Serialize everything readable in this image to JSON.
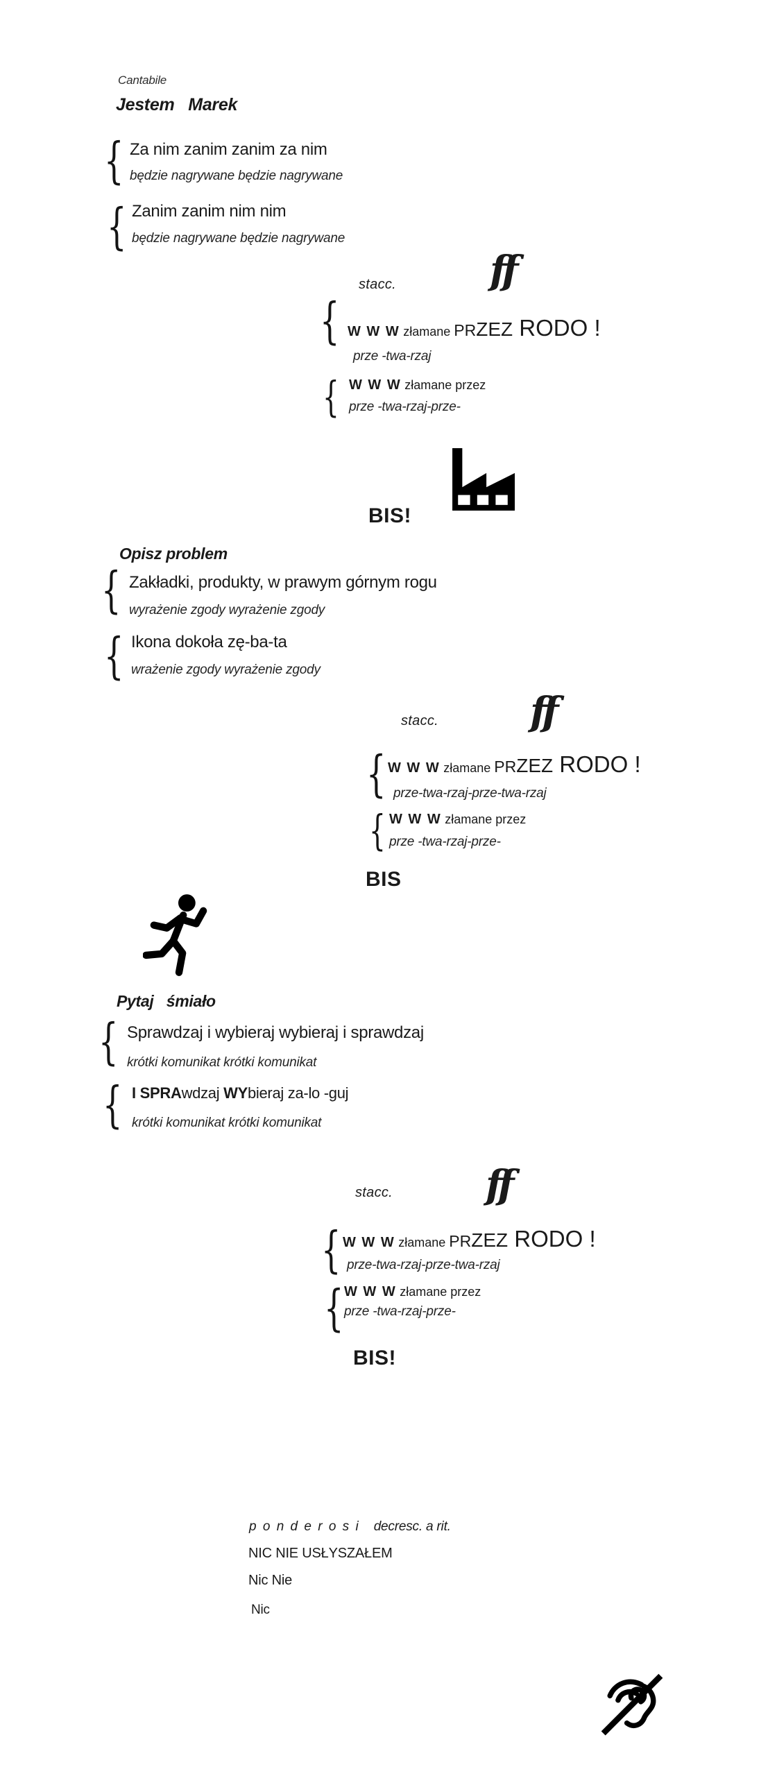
{
  "header": {
    "tempo_marking": "Cantabile",
    "title": "Jestem   Marek"
  },
  "verse1": {
    "systems": [
      {
        "line": "Za nim zanim zanim za nim",
        "subline": "będzie nagrywane będzie nagrywane"
      },
      {
        "line": "Zanim zanim nim nim",
        "subline": "będzie nagrywane będzie nagrywane"
      }
    ]
  },
  "verse2": {
    "heading": "Opisz problem",
    "systems": [
      {
        "line": "Zakładki, produkty, w prawym górnym rogu",
        "subline": "wyrażenie zgody wyrażenie zgody"
      },
      {
        "line": "Ikona dokoła zę-ba-ta",
        "subline": "wrażenie zgody wyrażenie zgody"
      }
    ]
  },
  "verse3": {
    "heading": "Pytaj   śmiało",
    "systems": [
      {
        "line": "Sprawdzaj i wybieraj wybieraj i sprawdzaj",
        "subline": "krótki komunikat krótki komunikat"
      },
      {
        "line_bold1": "I SPRA",
        "line_reg1": "wdzaj ",
        "line_bold2": "WY",
        "line_reg2": "bieraj za-lo -guj",
        "subline": "krótki komunikat krótki komunikat"
      }
    ]
  },
  "refrains": [
    {
      "stacc": "stacc.",
      "dynamic": "ff",
      "loud": {
        "www": "W W W",
        "mid": " złamane ",
        "pr": "PR",
        "zez": "ZEZ",
        "rodo": " RODO",
        "excl": " !"
      },
      "subline1": "prze -twa-rzaj",
      "quiet": {
        "www": "W W W",
        "rest": " złamane przez"
      },
      "subline2": "prze -twa-rzaj-prze-",
      "bis": "BIS!"
    },
    {
      "stacc": "stacc.",
      "dynamic": "ff",
      "loud": {
        "www": "W W W",
        "mid": " złamane ",
        "pr": "PR",
        "zez": "ZEZ",
        "rodo": " RODO",
        "excl": " !"
      },
      "subline1": "prze-twa-rzaj-prze-twa-rzaj",
      "quiet": {
        "www": "W W W",
        "rest": " złamane przez"
      },
      "subline2": "prze -twa-rzaj-prze-",
      "bis": "BIS"
    },
    {
      "stacc": "stacc.",
      "dynamic": "ff",
      "loud": {
        "www": "W W W",
        "mid": " złamane ",
        "pr": "PR",
        "zez": "ZEZ",
        "rodo": " RODO",
        "excl": " !"
      },
      "subline1": "prze-twa-rzaj-prze-twa-rzaj",
      "quiet": {
        "www": "W W W",
        "rest": " złamane przez"
      },
      "subline2": "prze -twa-rzaj-prze-",
      "bis": "BIS!"
    }
  ],
  "coda": {
    "ponderosi": "p o n d e r o s i",
    "decresc": "decresc. a rit.",
    "line1": "NIC NIE USŁYSZAŁEM",
    "line2": "Nic Nie",
    "line3": "Nic"
  },
  "notation": {
    "brace": "{"
  },
  "icons": {
    "factory": "factory-icon",
    "runner": "running-person-icon",
    "hearing_disabled": "hearing-disabled-icon"
  },
  "colors": {
    "ink": "#1a1a1a",
    "background": "#ffffff"
  }
}
